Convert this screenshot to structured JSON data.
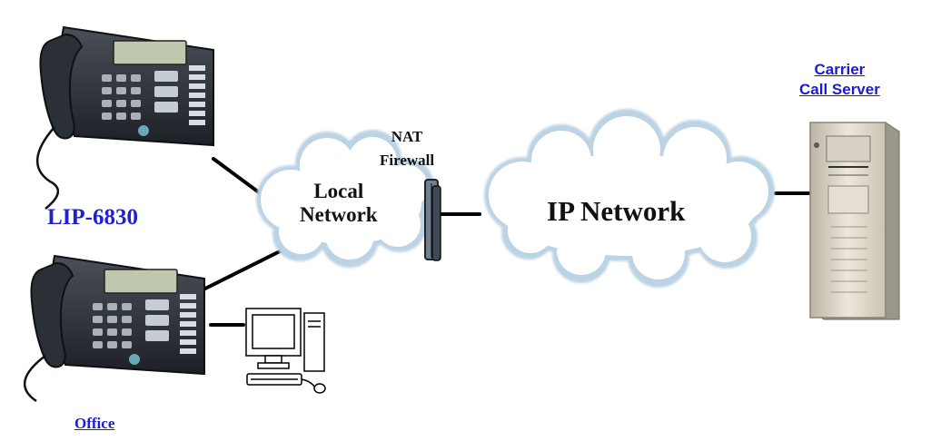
{
  "labels": {
    "phone_model": "LIP-6830",
    "local_network": [
      "Local",
      "Network"
    ],
    "nat_firewall": [
      "NAT",
      "Firewall"
    ],
    "ip_network": "IP Network",
    "carrier": [
      "Carrier",
      "Call Server"
    ],
    "office": "Office"
  },
  "colors": {
    "link": "#1a1adc",
    "phone_label": "#1f1fd6",
    "text": "#111111",
    "cloud_fill": "#ffffff",
    "cloud_stroke": "#a9c4d9",
    "wire": "#000000"
  }
}
